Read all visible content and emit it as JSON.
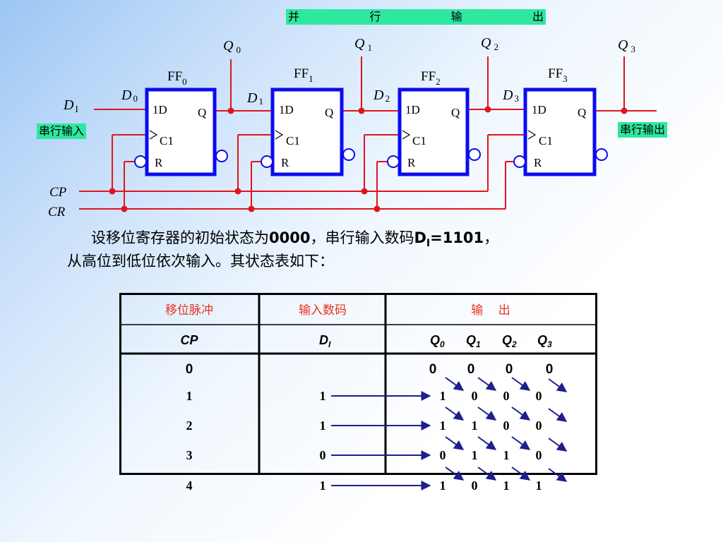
{
  "colors": {
    "flip_flop": "#0b0bf0",
    "wire": "#e0141e",
    "tag_bg": "#2ee8a0",
    "header_text": "#e8321e",
    "arrow": "#1e1e8c"
  },
  "parallel_output_label": [
    "并",
    "行",
    "输",
    "出"
  ],
  "serial_input_label": "串行输入",
  "serial_output_label": "串行输出",
  "input_label": {
    "main": "D",
    "sub": "I"
  },
  "cp_label": "CP",
  "cr_label": "CR",
  "flip_flops": [
    {
      "name": "FF",
      "index": "0",
      "d_label": "D",
      "d_sub": "0",
      "q_label": "Q",
      "q_sub": "0",
      "d_pin": "1D",
      "q_pin": "Q",
      "c_pin": "C1",
      "r_pin": "R"
    },
    {
      "name": "FF",
      "index": "1",
      "d_label": "D",
      "d_sub": "1",
      "q_label": "Q",
      "q_sub": "1",
      "d_pin": "1D",
      "q_pin": "Q",
      "c_pin": "C1",
      "r_pin": "R"
    },
    {
      "name": "FF",
      "index": "2",
      "d_label": "D",
      "d_sub": "2",
      "q_label": "Q",
      "q_sub": "2",
      "d_pin": "1D",
      "q_pin": "Q",
      "c_pin": "C1",
      "r_pin": "R"
    },
    {
      "name": "FF",
      "index": "3",
      "d_label": "D",
      "d_sub": "3",
      "q_label": "Q",
      "q_sub": "3",
      "d_pin": "1D",
      "q_pin": "Q",
      "c_pin": "C1",
      "r_pin": "R"
    }
  ],
  "description": {
    "line1_a": "设移位寄存器的初始状态为",
    "line1_b": "0000",
    "line1_c": "，串行输入数码",
    "line1_d": "D",
    "line1_e": "I",
    "line1_f": "=1101",
    "line1_g": "，",
    "line2": "从高位到低位依次输入。其状态表如下："
  },
  "table": {
    "headers": [
      "移位脉冲",
      "输入数码",
      "输    出"
    ],
    "subheaders": {
      "cp": "CP",
      "di": {
        "main": "D",
        "sub": "I"
      },
      "q": [
        {
          "main": "Q",
          "sub": "0"
        },
        {
          "main": "Q",
          "sub": "1"
        },
        {
          "main": "Q",
          "sub": "2"
        },
        {
          "main": "Q",
          "sub": "3"
        }
      ]
    },
    "rows": [
      {
        "cp": "0",
        "di": "",
        "q": [
          "0",
          "0",
          "0",
          "0"
        ]
      },
      {
        "cp": "1",
        "di": "1",
        "q": [
          "1",
          "0",
          "0",
          "0"
        ]
      },
      {
        "cp": "2",
        "di": "1",
        "q": [
          "1",
          "1",
          "0",
          "0"
        ]
      },
      {
        "cp": "3",
        "di": "0",
        "q": [
          "0",
          "1",
          "1",
          "0"
        ]
      },
      {
        "cp": "4",
        "di": "1",
        "q": [
          "1",
          "0",
          "1",
          "1"
        ]
      }
    ]
  }
}
